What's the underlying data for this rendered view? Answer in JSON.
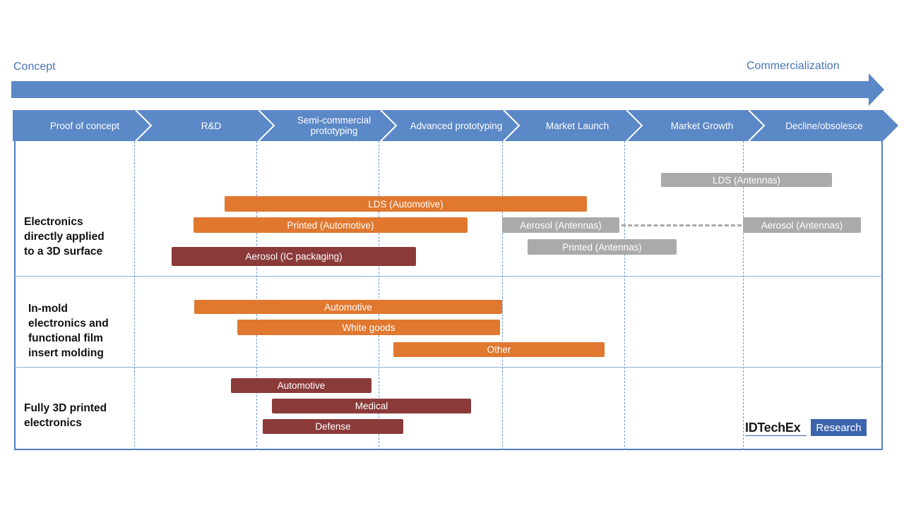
{
  "axis": {
    "start_label": "Concept",
    "end_label": "Commercialization"
  },
  "stages": [
    "Proof of concept",
    "R&D",
    "Semi-commercial\nprototyping",
    "Advanced prototyping",
    "Market Launch",
    "Market Growth",
    "Decline/obsolesce"
  ],
  "rows": [
    "Electronics\ndirectly applied\nto a 3D surface",
    "In-mold\nelectronics and\nfunctional film\ninsert molding",
    "Fully 3D printed\nelectronics"
  ],
  "bars": {
    "lds_antennas": "LDS (Antennas)",
    "lds_automotive": "LDS (Automotive)",
    "printed_automotive": "Printed (Automotive)",
    "aerosol_antennas_1": "Aerosol (Antennas)",
    "aerosol_antennas_2": "Aerosol (Antennas)",
    "printed_antennas": "Printed (Antennas)",
    "aerosol_ic": "Aerosol (IC packaging)",
    "iml_automotive": "Automotive",
    "iml_white_goods": "White goods",
    "iml_other": "Other",
    "p3d_automotive": "Automotive",
    "p3d_medical": "Medical",
    "p3d_defense": "Defense"
  },
  "logo": {
    "brand": "IDTechEx",
    "tag": "Research"
  },
  "colors": {
    "arrow_blue": "#5b88c6",
    "frame_blue": "#4f7ec0",
    "orange": "#e07830",
    "brown": "#8b3a3a",
    "grey": "#aaaaaa",
    "logo_blue": "#3d65ad"
  }
}
